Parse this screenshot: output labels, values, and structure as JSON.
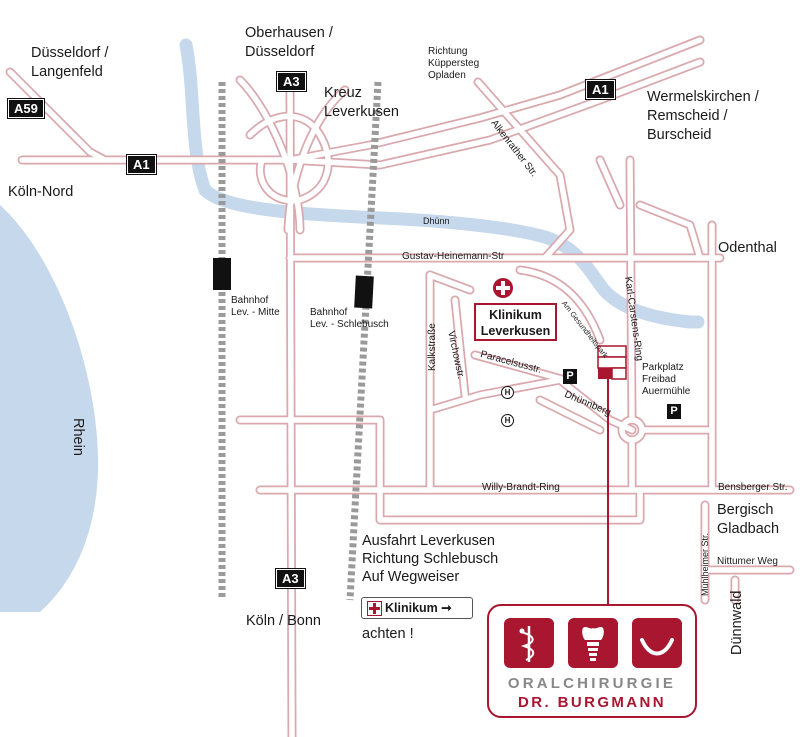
{
  "colors": {
    "road": "#d9a9ae",
    "river": "#c6d8ec",
    "rail": "#9a9a9a",
    "accent": "#a8162f",
    "label": "#1a1a1a"
  },
  "shields": {
    "a59": "A59",
    "a1_west": "A1",
    "a1_east": "A1",
    "a3_north": "A3",
    "a3_south": "A3"
  },
  "places": {
    "duesseldorf_langenfeld": [
      "Düsseldorf /",
      "Langenfeld"
    ],
    "oberhausen_duesseldorf": [
      "Oberhausen /",
      "Düsseldorf"
    ],
    "kreuz_leverkusen": [
      "Kreuz",
      "Leverkusen"
    ],
    "richtung_opladen": [
      "Richtung",
      "Küppersteg",
      "Opladen"
    ],
    "wermelskirchen": [
      "Wermelskirchen /",
      "Remscheid /",
      "Burscheid"
    ],
    "koeln_nord": "Köln-Nord",
    "odenthal": "Odenthal",
    "bergisch_gladbach": [
      "Bergisch",
      "Gladbach"
    ],
    "koeln_bonn": "Köln / Bonn",
    "duennwald": "Dünnwald",
    "rhein": "Rhein"
  },
  "streets": {
    "alkenrather": "Alkenrather Str.",
    "duehnn_river": "Dhünn",
    "gustav_heinemann": "Gustav-Heinemann-Str",
    "am_gesundheitspark": "Am Gesundheitspark",
    "karl_carstens": "Karl-Carstens-Ring",
    "kalkstrasse": "Kalkstraße",
    "virchowstr": "Virchowstr.",
    "paracelsusstr": "Paracelsusstr.",
    "duennberg": "Dhünnberg",
    "willy_brandt": "Willy-Brandt-Ring",
    "bensberger": "Bensberger Str.",
    "muehlheimer": "Mühlheimer Str.",
    "nittumer": "Nittumer Weg"
  },
  "stations": {
    "mitte": [
      "Bahnhof",
      "Lev. - Mitte"
    ],
    "schlebusch": [
      "Bahnhof",
      "Lev. - Schlebusch"
    ]
  },
  "parking": {
    "label": [
      "Parkplatz",
      "Freibad",
      "Auermühle"
    ],
    "symbol": "P"
  },
  "bus_symbol": "H",
  "klinikum": {
    "line1": "Klinikum",
    "line2": "Leverkusen"
  },
  "directions": {
    "lines": [
      "Ausfahrt Leverkusen",
      "Richtung Schlebusch",
      "Auf Wegweiser"
    ],
    "sign_label": "Klinikum",
    "sign_arrow": "➞",
    "tail": "achten !"
  },
  "logo": {
    "line1": "ORALCHIRURGIE",
    "line2": "DR. BURGMANN"
  }
}
